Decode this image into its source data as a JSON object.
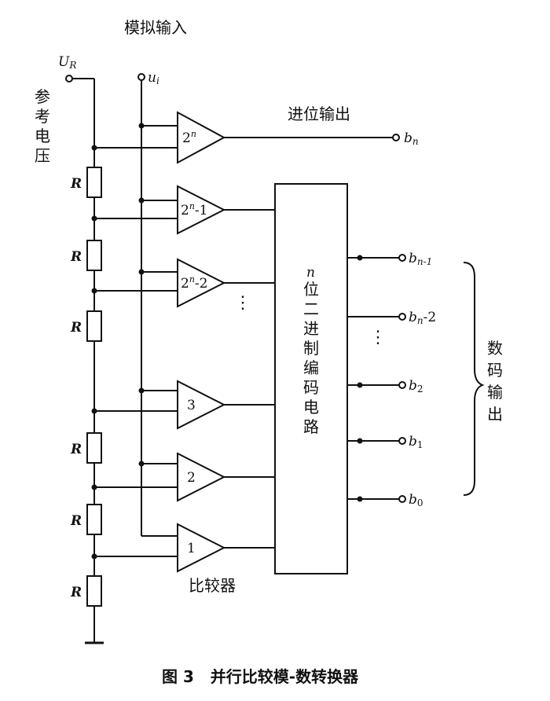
{
  "inputs": {
    "analog_input_title": "模拟输入",
    "ref_label_main": "U",
    "ref_label_sub": "R",
    "ref_voltage_label": [
      "参",
      "考",
      "电",
      "压"
    ],
    "ui_label_main": "u",
    "ui_label_sub": "i"
  },
  "resistor_label": "R",
  "comparators": [
    {
      "label_base": "2",
      "label_sup": "n",
      "label_tail": ""
    },
    {
      "label_base": "2",
      "label_sup": "n",
      "label_tail": "-1"
    },
    {
      "label_base": "2",
      "label_sup": "n",
      "label_tail": "-2"
    },
    {
      "label_base": "3",
      "label_sup": "",
      "label_tail": ""
    },
    {
      "label_base": "2",
      "label_sup": "",
      "label_tail": ""
    },
    {
      "label_base": "1",
      "label_sup": "",
      "label_tail": ""
    }
  ],
  "comparator_caption": "比较器",
  "carry_output_label": "进位输出",
  "encoder": {
    "n_label": "n",
    "chars": [
      "位",
      "二",
      "进",
      "制",
      "编",
      "码",
      "电",
      "路"
    ]
  },
  "outputs": [
    {
      "base": "b",
      "sub": "n",
      "tail": ""
    },
    {
      "base": "b",
      "sub": "n",
      "tail": "-1"
    },
    {
      "base": "b",
      "sub": "n",
      "tail": "-2"
    },
    {
      "base": "b",
      "sub": "2",
      "tail": ""
    },
    {
      "base": "b",
      "sub": "1",
      "tail": ""
    },
    {
      "base": "b",
      "sub": "0",
      "tail": ""
    }
  ],
  "digital_output_label": [
    "数",
    "码",
    "输",
    "出"
  ],
  "ellipsis": "⋮",
  "caption": "图 3   并行比较模-数转换器"
}
